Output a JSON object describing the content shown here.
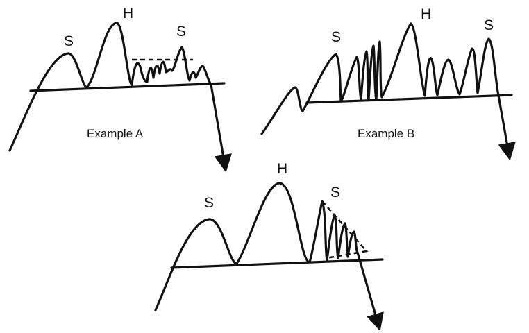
{
  "diagrams": [
    {
      "id": "a",
      "caption": "Example A",
      "left_shoulder": "S",
      "head": "H",
      "right_shoulder": "S"
    },
    {
      "id": "b",
      "caption": "Example B",
      "left_shoulder": "S",
      "head": "H",
      "right_shoulder": "S"
    },
    {
      "id": "c",
      "caption": "",
      "left_shoulder": "S",
      "head": "H",
      "right_shoulder": "S"
    }
  ],
  "colors": {
    "ink": "#111111",
    "background": "#ffffff"
  }
}
